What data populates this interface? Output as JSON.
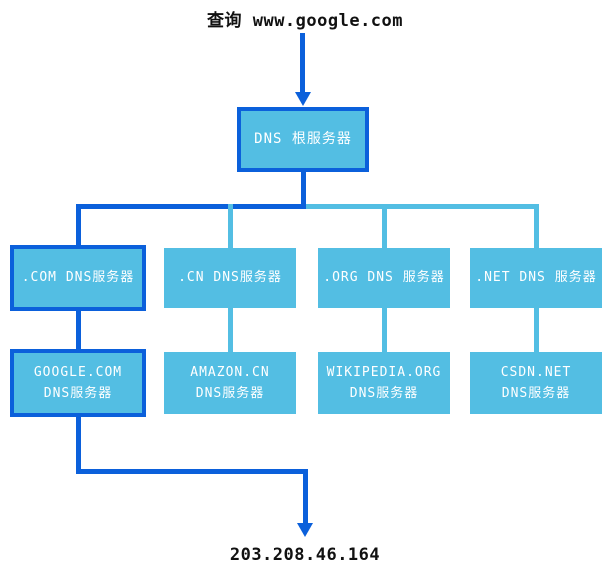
{
  "title": "查询 www.google.com",
  "result_ip": "203.208.46.164",
  "colors": {
    "query_path": "#0b60db",
    "node_fill": "#53bee3",
    "connector": "#53bee3",
    "node_text": "#ffffff",
    "caption_text": "#111111"
  },
  "diagram": {
    "root": {
      "label": "DNS 根服务器"
    },
    "tld_servers": [
      {
        "label": ".COM DNS服务器",
        "highlighted": true
      },
      {
        "label": ".CN DNS服务器",
        "highlighted": false
      },
      {
        "label": ".ORG DNS 服务器",
        "highlighted": false
      },
      {
        "label": ".NET DNS 服务器",
        "highlighted": false
      }
    ],
    "authoritative_servers": [
      {
        "line1": "GOOGLE.COM",
        "line2": "DNS服务器",
        "highlighted": true
      },
      {
        "line1": "AMAZON.CN",
        "line2": "DNS服务器",
        "highlighted": false
      },
      {
        "line1": "WIKIPEDIA.ORG",
        "line2": "DNS服务器",
        "highlighted": false
      },
      {
        "line1": "CSDN.NET",
        "line2": "DNS服务器",
        "highlighted": false
      }
    ]
  }
}
